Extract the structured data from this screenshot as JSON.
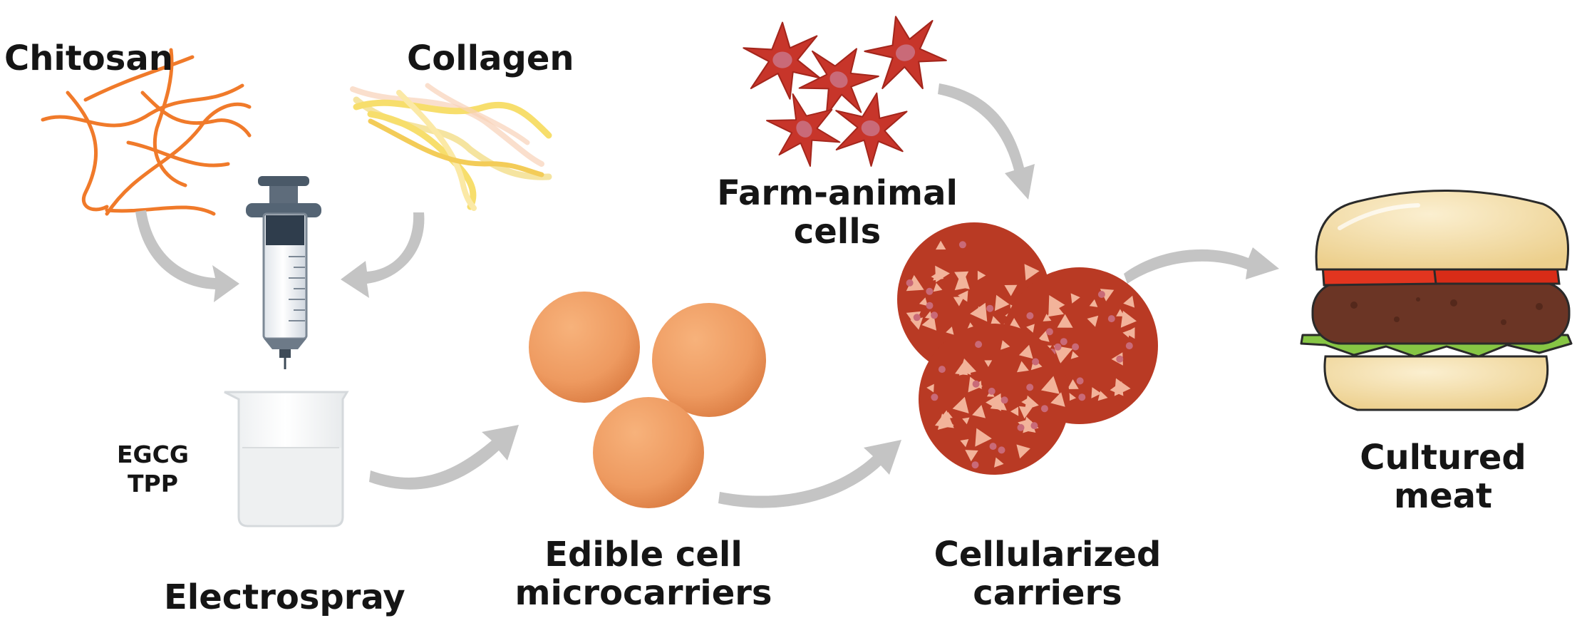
{
  "labels": {
    "chitosan": "Chitosan",
    "collagen": "Collagen",
    "egcg": "EGCG",
    "tpp": "TPP",
    "electrospray": "Electrospray",
    "edible_line1": "Edible cell",
    "edible_line2": "microcarriers",
    "farm_line1": "Farm-animal",
    "farm_line2": "cells",
    "cellularized_line1": "Cellularized",
    "cellularized_line2": "carriers",
    "cultured_line1": "Cultured",
    "cultured_line2": "meat"
  },
  "icons": [
    "chitosan-fibers-icon",
    "collagen-fibers-icon",
    "syringe-icon",
    "beaker-icon",
    "microcarrier-bead-icon",
    "animal-cell-icon",
    "cellularized-carrier-icon",
    "burger-icon",
    "flow-arrow-icon"
  ],
  "colors": {
    "chitosan": "#f07a2a",
    "collagen": "#f7de6c",
    "bead": "#ee9a60",
    "cell": "#c7352a",
    "cell_nucleus": "#c96a78",
    "arrow": "#c4c4c4",
    "patty": "#6b3525",
    "tomato": "#e2351f",
    "lettuce": "#86c544",
    "bun": "#f6dfac"
  }
}
